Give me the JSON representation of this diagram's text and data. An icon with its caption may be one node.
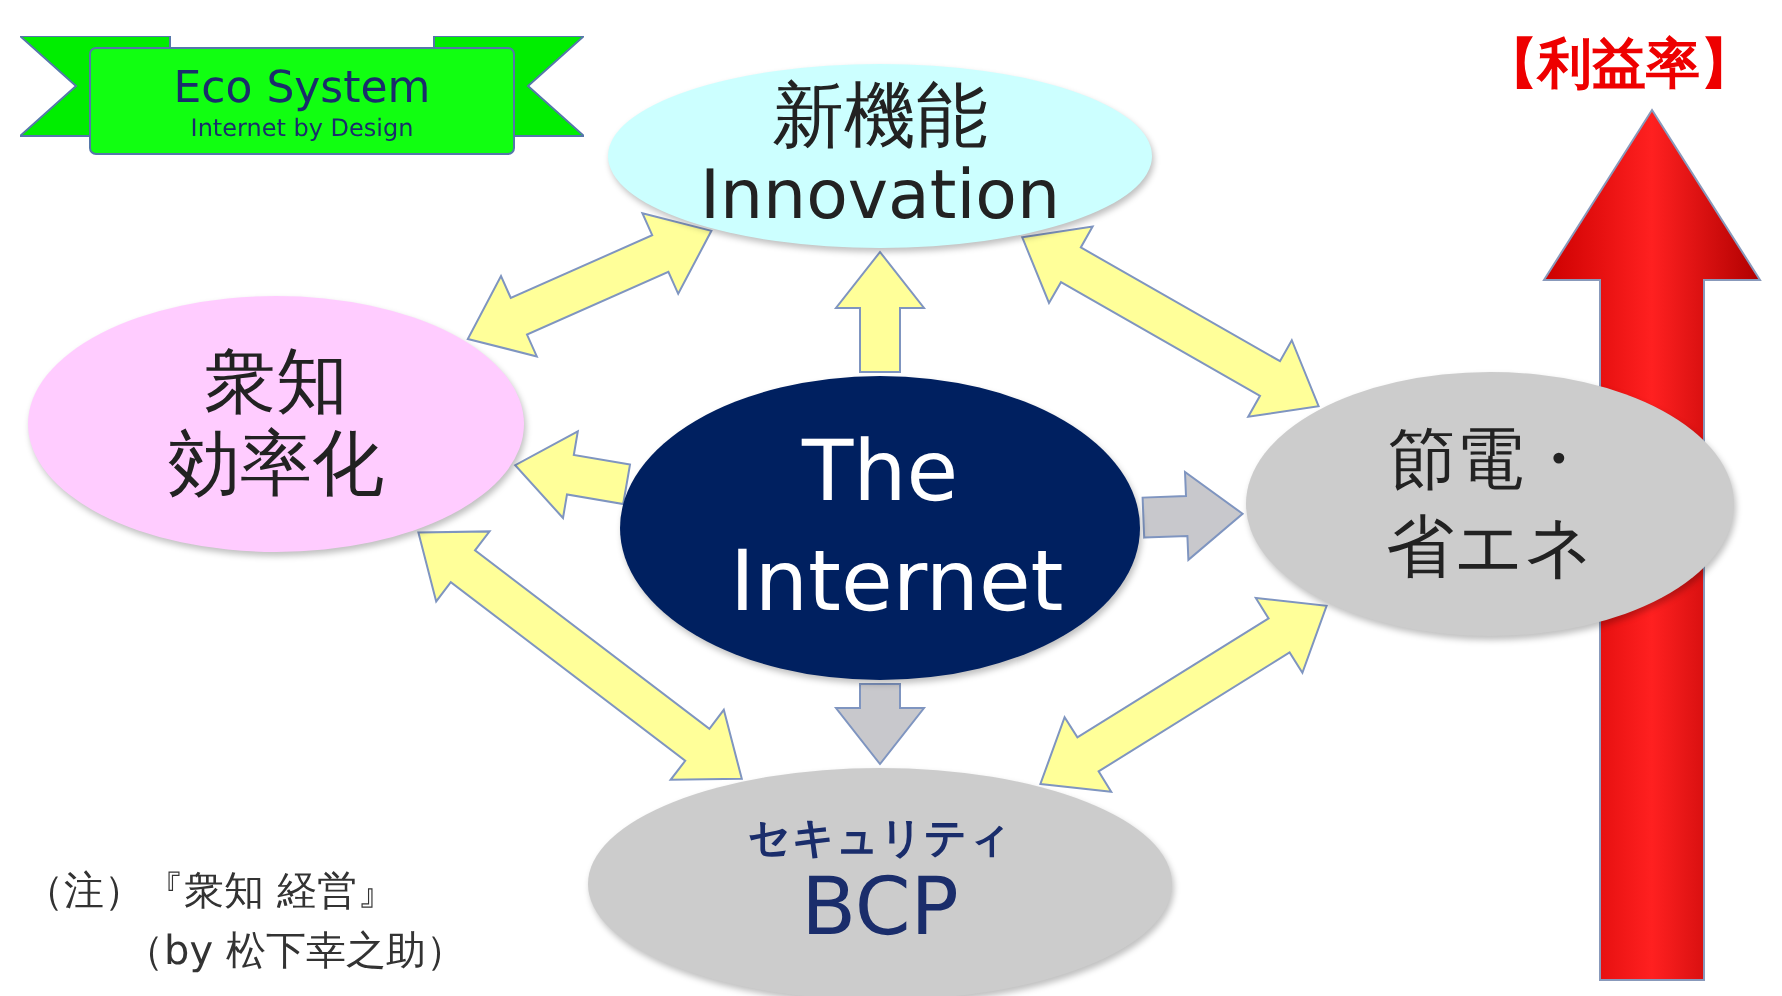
{
  "diagram": {
    "nodes": [
      {
        "text": [
          "Eco System",
          "Internet by Design"
        ]
      },
      {
        "text": [
          "新機能",
          "Innovation"
        ]
      },
      {
        "text": [
          "衆知",
          "効率化"
        ]
      },
      {
        "text": [
          "The Internet"
        ]
      },
      {
        "text": [
          "節電・省エネ"
        ]
      },
      {
        "text": [
          "セキュリティ",
          "BCP"
        ]
      }
    ],
    "edges": [
      {
        "from": 2,
        "to": 1,
        "arrow": "both"
      },
      {
        "from": 1,
        "to": 4,
        "arrow": "both"
      },
      {
        "from": 2,
        "to": 5,
        "arrow": "both"
      },
      {
        "from": 5,
        "to": 4,
        "arrow": "both"
      },
      {
        "from": 3,
        "to": 1,
        "arrow": "to"
      },
      {
        "from": 3,
        "to": 2,
        "arrow": "to"
      },
      {
        "from": 3,
        "to": 4,
        "arrow": "to",
        "color": "#c8c8cc"
      },
      {
        "from": 3,
        "to": 5,
        "arrow": "to",
        "color": "#c8c8cc"
      }
    ],
    "labels": [
      "【利益率】",
      "（注）『衆知 経営』",
      "（by 松下幸之助）"
    ]
  }
}
